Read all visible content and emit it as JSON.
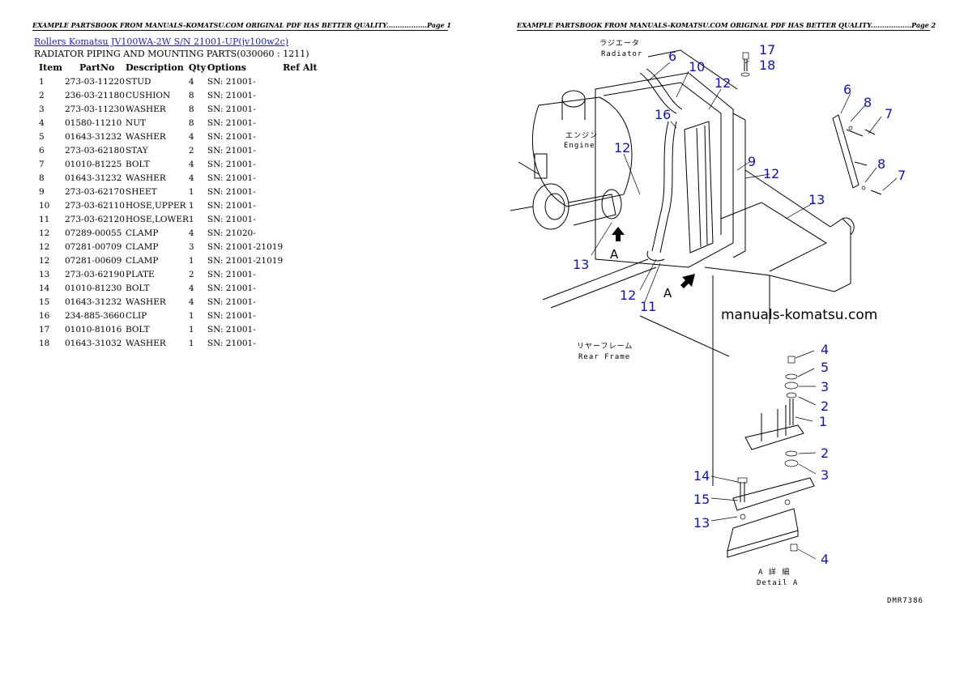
{
  "headers": {
    "page1": "EXAMPLE PARTSBOOK FROM MANUALS-KOMATSU.COM ORIGINAL PDF HAS BETTER QUALITY..................Page 1",
    "page2": "EXAMPLE PARTSBOOK FROM MANUALS-KOMATSU.COM ORIGINAL PDF HAS BETTER QUALITY..................Page 2"
  },
  "title_link": "Rollers Komatsu JV100WA-2W S/N 21001-UP(jv100w2c)",
  "subtitle": "RADIATOR PIPING AND MOUNTING PARTS(030060 : 1211)",
  "columns": [
    "Item",
    "PartNo",
    "Description",
    "Qty",
    "Options",
    "Ref Alt"
  ],
  "rows": [
    {
      "item": "1",
      "part": "273-03-11220",
      "desc": "STUD",
      "qty": "4",
      "opt": "SN: 21001-",
      "ref": ""
    },
    {
      "item": "2",
      "part": "236-03-21180",
      "desc": "CUSHION",
      "qty": "8",
      "opt": "SN: 21001-",
      "ref": ""
    },
    {
      "item": "3",
      "part": "273-03-11230",
      "desc": "WASHER",
      "qty": "8",
      "opt": "SN: 21001-",
      "ref": ""
    },
    {
      "item": "4",
      "part": "01580-11210",
      "desc": "NUT",
      "qty": "8",
      "opt": "SN: 21001-",
      "ref": ""
    },
    {
      "item": "5",
      "part": "01643-31232",
      "desc": "WASHER",
      "qty": "4",
      "opt": "SN: 21001-",
      "ref": ""
    },
    {
      "item": "6",
      "part": "273-03-62180",
      "desc": "STAY",
      "qty": "2",
      "opt": "SN: 21001-",
      "ref": ""
    },
    {
      "item": "7",
      "part": "01010-81225",
      "desc": "BOLT",
      "qty": "4",
      "opt": "SN: 21001-",
      "ref": ""
    },
    {
      "item": "8",
      "part": "01643-31232",
      "desc": "WASHER",
      "qty": "4",
      "opt": "SN: 21001-",
      "ref": ""
    },
    {
      "item": "9",
      "part": "273-03-62170",
      "desc": "SHEET",
      "qty": "1",
      "opt": "SN: 21001-",
      "ref": ""
    },
    {
      "item": "10",
      "part": "273-03-62110",
      "desc": "HOSE,UPPER",
      "qty": "1",
      "opt": "SN: 21001-",
      "ref": ""
    },
    {
      "item": "11",
      "part": "273-03-62120",
      "desc": "HOSE,LOWER",
      "qty": "1",
      "opt": "SN: 21001-",
      "ref": ""
    },
    {
      "item": "12",
      "part": "07289-00055",
      "desc": "CLAMP",
      "qty": "4",
      "opt": "SN: 21020-",
      "ref": ""
    },
    {
      "item": "12",
      "part": "07281-00709",
      "desc": "CLAMP",
      "qty": "3",
      "opt": "SN: 21001-21019",
      "ref": ""
    },
    {
      "item": "12",
      "part": "07281-00609",
      "desc": "CLAMP",
      "qty": "1",
      "opt": "SN: 21001-21019",
      "ref": ""
    },
    {
      "item": "13",
      "part": "273-03-62190",
      "desc": "PLATE",
      "qty": "2",
      "opt": "SN: 21001-",
      "ref": ""
    },
    {
      "item": "14",
      "part": "01010-81230",
      "desc": "BOLT",
      "qty": "4",
      "opt": "SN: 21001-",
      "ref": ""
    },
    {
      "item": "15",
      "part": "01643-31232",
      "desc": "WASHER",
      "qty": "4",
      "opt": "SN: 21001-",
      "ref": ""
    },
    {
      "item": "16",
      "part": "234-885-3660",
      "desc": "CLIP",
      "qty": "1",
      "opt": "SN: 21001-",
      "ref": ""
    },
    {
      "item": "17",
      "part": "01010-81016",
      "desc": "BOLT",
      "qty": "1",
      "opt": "SN: 21001-",
      "ref": ""
    },
    {
      "item": "18",
      "part": "01643-31032",
      "desc": "WASHER",
      "qty": "1",
      "opt": "SN: 21001-",
      "ref": ""
    }
  ],
  "diagram": {
    "labels": {
      "radiator_jp": "ラジエータ",
      "radiator": "Radiator",
      "engine_jp": "エンジン",
      "engine": "Engine",
      "rear_frame_jp": "リヤーフレーム",
      "rear_frame": "Rear Frame",
      "detail_jp": "A 詳 細",
      "detail": "Detail A",
      "view_a_1": "A",
      "view_a_2": "A",
      "watermark": "manuals-komatsu.com",
      "drawing_code": "DMR7386"
    },
    "callouts": {
      "c17": "17",
      "c18": "18",
      "c6a": "6",
      "c10": "10",
      "c12a": "12",
      "c16": "16",
      "c12b": "12",
      "c9": "9",
      "c12c": "12",
      "c13a": "13",
      "c13b": "13",
      "c12d": "12",
      "c11": "11",
      "c6b": "6",
      "c8a": "8",
      "c7a": "7",
      "c8b": "8",
      "c7b": "7",
      "c4a": "4",
      "c5": "5",
      "c3a": "3",
      "c2a": "2",
      "c1": "1",
      "c2b": "2",
      "c3b": "3",
      "c14": "14",
      "c15": "15",
      "c13c": "13",
      "c4b": "4"
    }
  }
}
